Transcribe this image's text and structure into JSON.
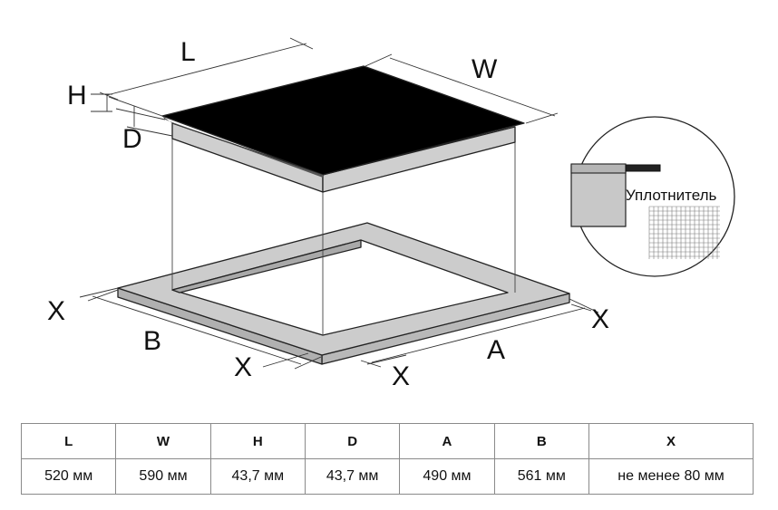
{
  "diagram": {
    "labels": {
      "L": "L",
      "W": "W",
      "H": "H",
      "D": "D",
      "A": "A",
      "B": "B",
      "X": "X"
    },
    "inset_label": "Уплотнитель",
    "colors": {
      "glass": "#000000",
      "body": "#cfcfcf",
      "frame": "#c4c4c4",
      "line": "#222222",
      "mesh": "#7a7a7a"
    }
  },
  "table": {
    "headers": [
      "L",
      "W",
      "H",
      "D",
      "A",
      "B",
      "X"
    ],
    "values": [
      "520 мм",
      "590 мм",
      "43,7 мм",
      "43,7 мм",
      "490 мм",
      "561 мм",
      "не менее 80 мм"
    ]
  }
}
